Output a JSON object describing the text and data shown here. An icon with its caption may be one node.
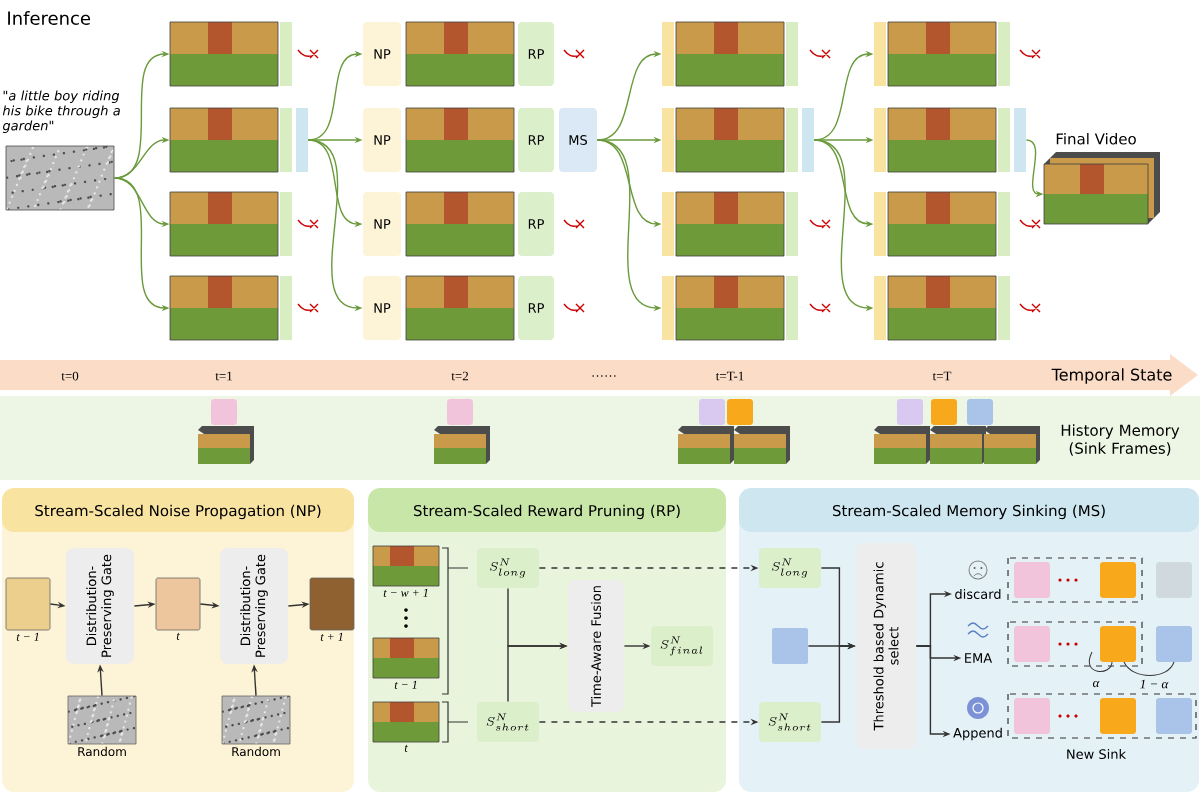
{
  "diagram": {
    "nodes": [
      {
        "text": [],
        "shape": "picture"
      },
      {
        "text": [],
        "shape": "picture"
      },
      {
        "text": [],
        "shape": "picture"
      },
      {
        "text": [],
        "shape": "picture"
      },
      {
        "text": [],
        "shape": "picture"
      },
      {
        "text": [
          "NP"
        ]
      },
      {
        "text": [],
        "shape": "picture"
      },
      {
        "text": [
          "RP"
        ]
      },
      {
        "text": [
          "NP"
        ]
      },
      {
        "text": [],
        "shape": "picture"
      },
      {
        "text": [
          "RP"
        ]
      },
      {
        "text": [
          "MS"
        ]
      },
      {
        "text": [
          "NP"
        ]
      },
      {
        "text": [],
        "shape": "picture"
      },
      {
        "text": [
          "RP"
        ]
      },
      {
        "text": [
          "NP"
        ]
      },
      {
        "text": [],
        "shape": "picture"
      },
      {
        "text": [
          "RP"
        ]
      },
      {
        "text": [],
        "shape": "picture"
      },
      {
        "text": [],
        "shape": "picture"
      },
      {
        "text": [],
        "shape": "picture"
      },
      {
        "text": [],
        "shape": "picture"
      },
      {
        "text": [],
        "shape": "picture"
      },
      {
        "text": [],
        "shape": "picture"
      },
      {
        "text": [],
        "shape": "picture"
      },
      {
        "text": [],
        "shape": "picture"
      },
      {
        "text": [
          "Final Video"
        ]
      },
      {
        "text": [
          "Stream-Scaled Noise Propagation (NP)"
        ]
      },
      {
        "text": [],
        "shape": "box",
        "beside": [
          "t − 1"
        ],
        "in": 27
      },
      {
        "text": [
          "Distribution-Preserving Gate"
        ],
        "in": 27
      },
      {
        "text": [],
        "shape": "box",
        "beside": [
          "t"
        ],
        "in": 27
      },
      {
        "text": [
          "Distribution-Preserving Gate"
        ],
        "in": 27
      },
      {
        "text": [],
        "shape": "box",
        "beside": [
          "t + 1"
        ],
        "in": 27
      },
      {
        "text": [],
        "shape": "picture",
        "beside": [
          "Random"
        ],
        "in": 27
      },
      {
        "text": [],
        "shape": "picture",
        "beside": [
          "Random"
        ],
        "in": 27
      },
      {
        "text": [
          "Stream-Scaled Reward Pruning (RP)"
        ]
      },
      {
        "text": [],
        "shape": "picture",
        "beside": [
          "t − w + 1"
        ],
        "in": 35
      },
      {
        "text": [],
        "shape": "picture",
        "beside": [
          "t − 1"
        ],
        "in": 35
      },
      {
        "text": [],
        "shape": "picture",
        "beside": [
          "t"
        ],
        "in": 35
      },
      {
        "text": [
          "S^{N}_{long}"
        ],
        "in": 35
      },
      {
        "text": [
          "S^{N}_{short}"
        ],
        "in": 35
      },
      {
        "text": [
          "Time-Aware Fusion"
        ],
        "in": 35
      },
      {
        "text": [
          "S^{N}_{final}"
        ],
        "in": 35
      },
      {
        "text": [
          "Stream-Scaled Memory Sinking (MS)"
        ]
      },
      {
        "text": [
          "S^{N}_{long}"
        ],
        "in": 43
      },
      {
        "text": [],
        "shape": "box",
        "in": 43
      },
      {
        "text": [
          "S^{N}_{short}"
        ],
        "in": 43
      },
      {
        "text": [
          "Threshold based Dynamic select"
        ],
        "in": 43
      },
      {
        "text": [
          "discard"
        ],
        "in": 43
      },
      {
        "text": [
          "EMA"
        ],
        "in": 43
      },
      {
        "text": [
          "Append"
        ],
        "in": 43
      }
    ],
    "edges": [
      {
        "from": 0,
        "to": 1,
        "arrow": "to"
      },
      {
        "from": 0,
        "to": 2,
        "arrow": "to"
      },
      {
        "from": 0,
        "to": 3,
        "arrow": "to"
      },
      {
        "from": 0,
        "to": 4,
        "arrow": "to"
      },
      {
        "from": 2,
        "to": 5,
        "arrow": "to"
      },
      {
        "from": 2,
        "to": 8,
        "arrow": "to"
      },
      {
        "from": 2,
        "to": 12,
        "arrow": "to"
      },
      {
        "from": 2,
        "to": 15,
        "arrow": "to"
      },
      {
        "from": 11,
        "to": 18,
        "arrow": "to"
      },
      {
        "from": 11,
        "to": 19,
        "arrow": "to"
      },
      {
        "from": 11,
        "to": 20,
        "arrow": "to"
      },
      {
        "from": 11,
        "to": 21,
        "arrow": "to"
      },
      {
        "from": 19,
        "to": 22,
        "arrow": "to"
      },
      {
        "from": 19,
        "to": 23,
        "arrow": "to"
      },
      {
        "from": 19,
        "to": 24,
        "arrow": "to"
      },
      {
        "from": 19,
        "to": 25,
        "arrow": "to"
      },
      {
        "from": 23,
        "to": 26,
        "arrow": "to"
      },
      {
        "from": 28,
        "to": 29,
        "arrow": "to",
        "color": "#333333"
      },
      {
        "from": 29,
        "to": 30,
        "arrow": "to",
        "color": "#333333"
      },
      {
        "from": 30,
        "to": 31,
        "arrow": "to",
        "color": "#333333"
      },
      {
        "from": 31,
        "to": 32,
        "arrow": "to",
        "color": "#333333"
      },
      {
        "from": 33,
        "to": 29,
        "arrow": "to",
        "color": "#333333"
      },
      {
        "from": 34,
        "to": 31,
        "arrow": "to",
        "color": "#333333"
      },
      {
        "from": 39,
        "to": 41,
        "arrow": "to",
        "color": "#333333"
      },
      {
        "from": 40,
        "to": 41,
        "arrow": "to",
        "color": "#333333"
      },
      {
        "from": 41,
        "to": 42,
        "arrow": "to",
        "color": "#333333"
      },
      {
        "from": 39,
        "to": 44,
        "arrow": "to",
        "style": "dashed",
        "color": "#333333"
      },
      {
        "from": 40,
        "to": 46,
        "arrow": "to",
        "style": "dashed",
        "color": "#333333"
      },
      {
        "from": 44,
        "to": 47,
        "arrow": "to",
        "color": "#333333"
      },
      {
        "from": 45,
        "to": 47,
        "arrow": "to",
        "color": "#333333"
      },
      {
        "from": 46,
        "to": 47,
        "arrow": "to",
        "color": "#333333"
      },
      {
        "from": 47,
        "to": 48,
        "arrow": "to",
        "color": "#333333"
      },
      {
        "from": 47,
        "to": 49,
        "arrow": "to",
        "color": "#333333"
      },
      {
        "from": 47,
        "to": 50,
        "arrow": "to",
        "color": "#333333"
      }
    ],
    "labels": [
      "Inference",
      "\"a little boy riding his bike through a garden\"",
      "t=0",
      "t=1",
      "t=2",
      "……",
      "t=T-1",
      "t=T",
      "Temporal State",
      "History Memory (Sink Frames)",
      "α",
      "1 − α",
      "New Sink"
    ]
  }
}
